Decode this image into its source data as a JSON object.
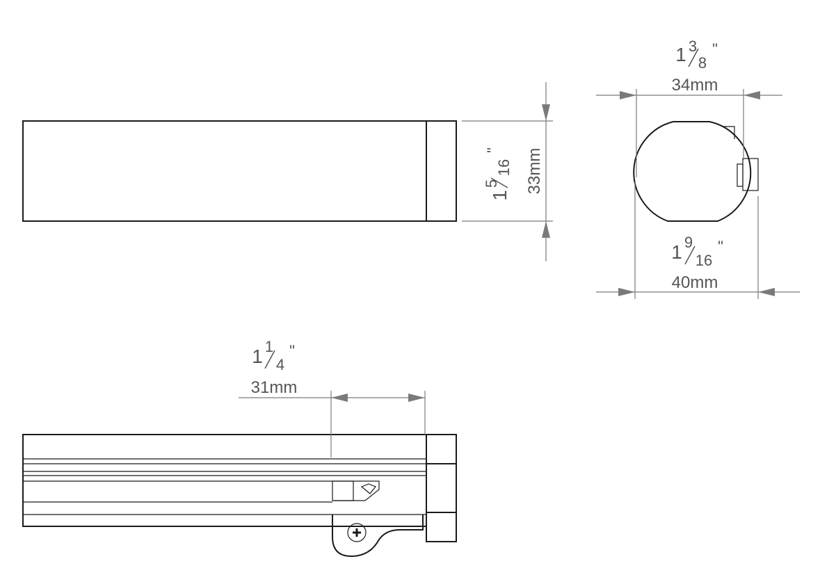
{
  "dimensions": {
    "side_height": {
      "whole": "1",
      "num": "5",
      "den": "16",
      "inch": "\"",
      "metric": "33mm"
    },
    "end_width_top": {
      "whole": "1",
      "num": "3",
      "den": "8",
      "inch": "\"",
      "metric": "34mm"
    },
    "end_width_bottom": {
      "whole": "1",
      "num": "9",
      "den": "16",
      "inch": "\"",
      "metric": "40mm"
    },
    "bottom_offset": {
      "whole": "1",
      "num": "1",
      "den": "4",
      "inch": "\"",
      "metric": "31mm"
    }
  },
  "colors": {
    "outline": "#1a1a1a",
    "dimension": "#7a7a7a",
    "text": "#555555"
  }
}
